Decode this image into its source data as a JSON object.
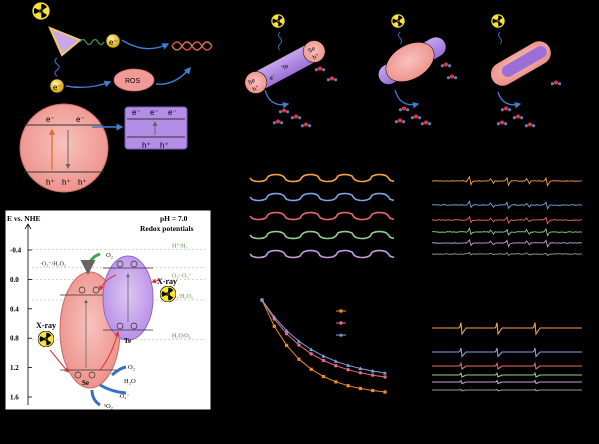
{
  "mechanism": {
    "electron_label": "e⁻",
    "ros_label": "ROS",
    "hole_label": "h⁺",
    "rod_labels": {
      "se_left": "Se",
      "te_mid": "Te",
      "se_right": "Se",
      "hole": "h⁺",
      "electron": "e⁻"
    }
  },
  "band_diagram": {
    "y_axis_title": "E vs. NHE",
    "ph_label": "pH = 7.0",
    "subtitle": "Redox potentials",
    "ticks": [
      "-0.4",
      "0.0",
      "0.4",
      "0.8",
      "1.2",
      "1.6"
    ],
    "tick_values": [
      -0.4,
      0.0,
      0.4,
      0.8,
      1.2,
      1.6
    ],
    "potentials": [
      {
        "label": "H⁺/H₂",
        "value": -0.41,
        "color": "#4a9a3a"
      },
      {
        "label": "·O₂⁻/H₂O₂",
        "value": -0.16,
        "color": "#222222"
      },
      {
        "label": "O₂/·O₂⁻",
        "value": 0.0,
        "color": "#4a9a3a"
      },
      {
        "label": "O₂/H₂O₂",
        "value": 0.28,
        "color": "#4a9a3a"
      },
      {
        "label": "H₂O/O₂",
        "value": 0.82,
        "color": "#3a5fb0"
      }
    ],
    "se_label": "Se",
    "te_label": "Te",
    "xray_left": "X-ray",
    "xray_right": "X-ray",
    "o2_top": "O₂",
    "o2_right": "O₂",
    "h2o_label": "H₂O",
    "oh_label": "·O₂⁻",
    "singlet_label": "¹O₂"
  },
  "signal_panels": {
    "waves_colors": [
      "#f4a54a",
      "#7ea6e0",
      "#e86a6a",
      "#8fd18f",
      "#c89ee0"
    ],
    "spike_colors": [
      "#f4a54a",
      "#7ea6e0",
      "#e86a6a",
      "#8fd18f",
      "#c89ee0",
      "#999999"
    ],
    "pulse_colors": [
      "#f4a54a",
      "#7ea6e0",
      "#e86a6a",
      "#8fd18f",
      "#c89ee0",
      "#999999"
    ]
  },
  "decay_chart": {
    "series_colors": [
      "#f08a2a",
      "#e86a8a",
      "#7ea6e0"
    ]
  }
}
